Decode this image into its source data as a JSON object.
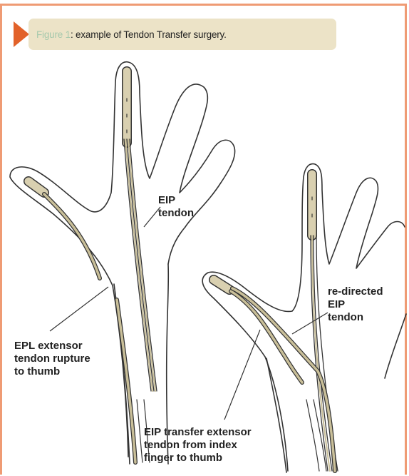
{
  "caption": {
    "figure_label": "Figure 1",
    "text": ": example of Tendon Transfer surgery."
  },
  "labels": {
    "eip_tendon": [
      "EIP",
      "tendon"
    ],
    "epl_rupture": [
      "EPL extensor",
      "tendon rupture",
      "to thumb"
    ],
    "redirected_eip": [
      "re-directed",
      "EIP",
      "tendon"
    ],
    "eip_transfer": [
      "EIP transfer extensor",
      "tendon from index",
      "finger to thumb"
    ]
  },
  "colors": {
    "frame": "#ef9b74",
    "caption_bg": "#ece3c7",
    "caption_arrow": "#e2622a",
    "bone": "#d9d0b0",
    "tendon": "#c9bf99",
    "outline": "#333333"
  }
}
